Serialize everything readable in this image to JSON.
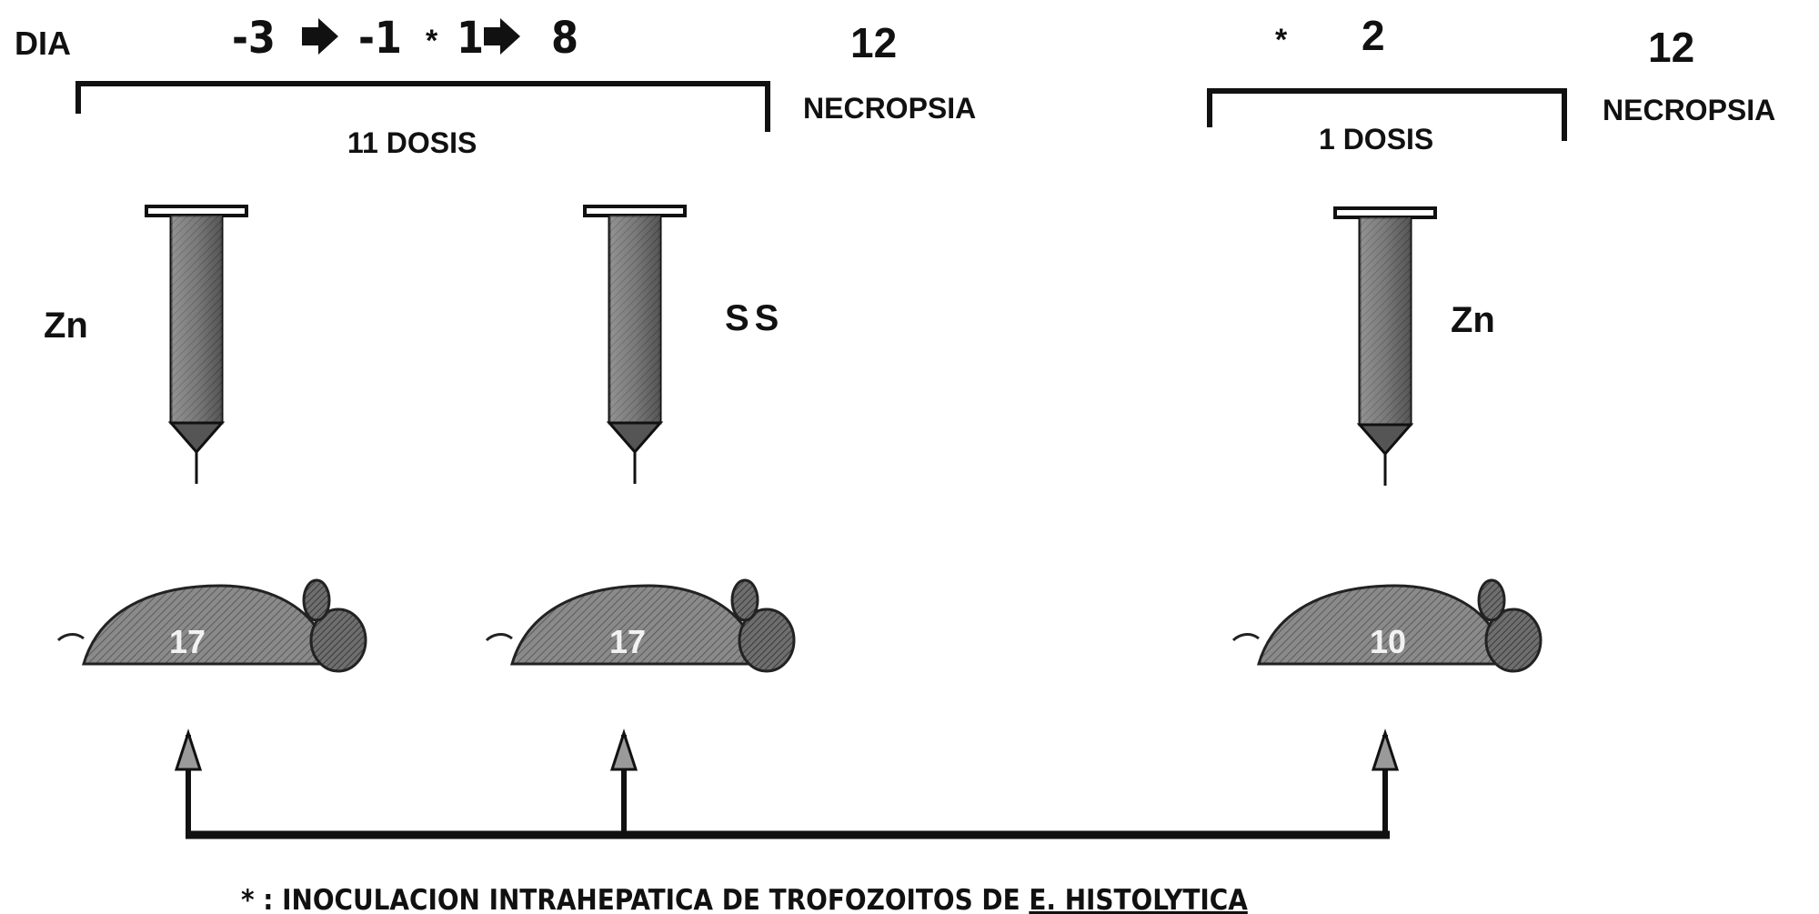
{
  "timeline": {
    "dia_label": "DIA",
    "group1": {
      "day_start": "-3",
      "day_mid": "-1",
      "star": "*",
      "day_one": "1",
      "day_end": "8",
      "day_necropsy": "12",
      "necropsy_label": "NECROPSIA",
      "doses_label": "11 DOSIS"
    },
    "group2": {
      "star": "*",
      "day": "2",
      "day_necropsy": "12",
      "necropsy_label": "NECROPSIA",
      "doses_label": "1 DOSIS"
    }
  },
  "syringes": [
    {
      "label": "Zn",
      "mouse_count": "17"
    },
    {
      "label": "SS",
      "mouse_count": "17"
    },
    {
      "label": "Zn",
      "mouse_count": "10"
    }
  ],
  "footnote": {
    "prefix": "* : INOCULACION INTRAHEPATICA DE TROFOZOITOS DE ",
    "organism": "E. HISTOLYTICA"
  },
  "colors": {
    "ink": "#111111",
    "syringe_fill": "#7a7a7a",
    "mouse_fill": "#8c8c8c"
  }
}
